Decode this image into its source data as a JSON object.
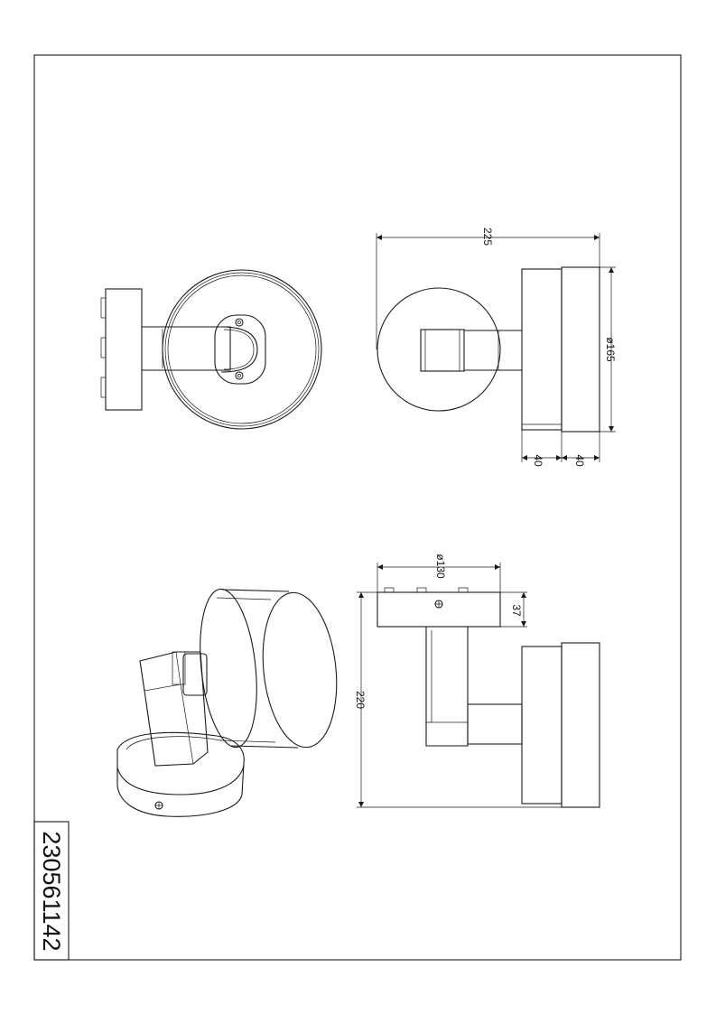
{
  "product_code": "230561142",
  "dimensions": {
    "top_width": "225",
    "head_diameter": "ø165",
    "head_depth_front": "40",
    "head_depth_back": "40",
    "base_diameter": "ø130",
    "base_thickness": "37",
    "total_length": "220"
  },
  "icons": {
    "screw": "screw-icon"
  },
  "colors": {
    "line": "#1a1a1a",
    "background": "#ffffff"
  }
}
